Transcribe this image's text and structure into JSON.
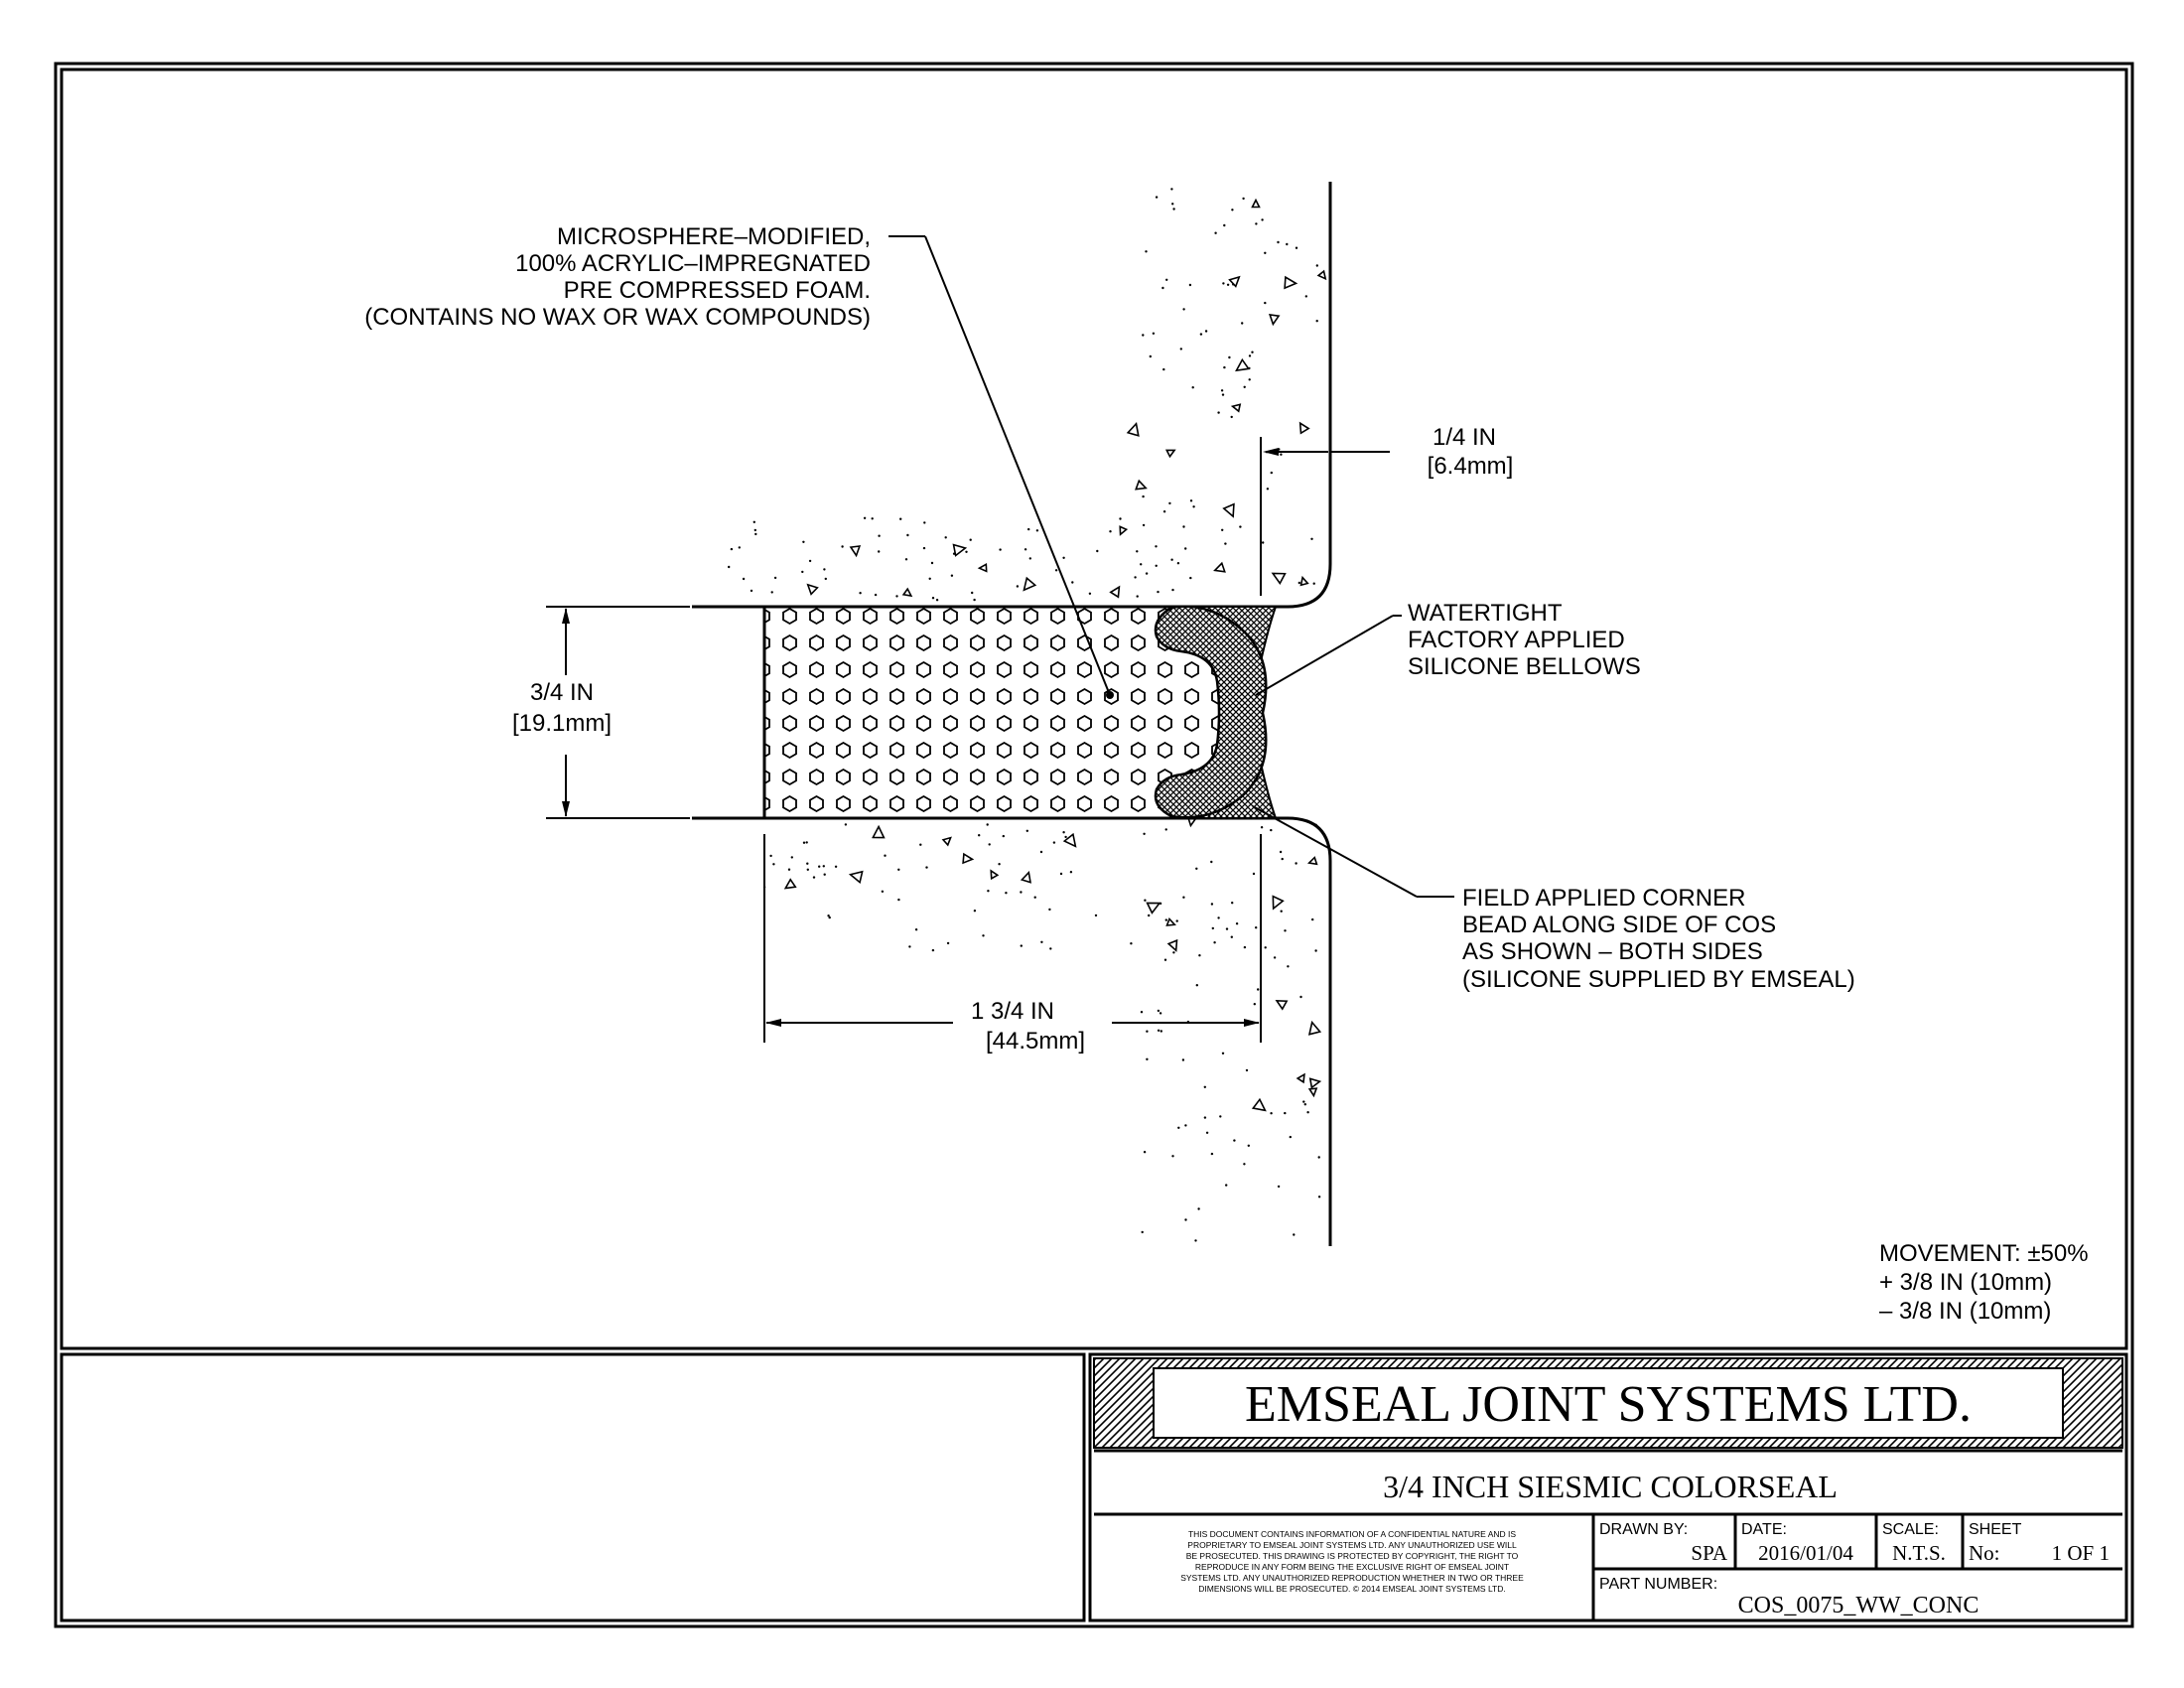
{
  "diagram": {
    "label_foam": [
      "MICROSPHERE–MODIFIED,",
      "100% ACRYLIC–IMPREGNATED",
      "PRE COMPRESSED FOAM.",
      "(CONTAINS NO WAX OR WAX COMPOUNDS)"
    ],
    "dim_setback": [
      "1/4 IN",
      "[6.4mm]"
    ],
    "dim_height": [
      "3/4 IN",
      "[19.1mm]"
    ],
    "dim_width": [
      "1 3/4 IN",
      "[44.5mm]"
    ],
    "label_bellows": [
      "WATERTIGHT",
      "FACTORY APPLIED",
      "SILICONE BELLOWS"
    ],
    "label_bead": [
      "FIELD APPLIED CORNER",
      "BEAD ALONG SIDE OF COS",
      "AS SHOWN – BOTH SIDES",
      "(SILICONE SUPPLIED BY EMSEAL)"
    ],
    "movement": [
      "MOVEMENT: ±50%",
      "+ 3/8 IN (10mm)",
      "– 3/8 IN (10mm)"
    ]
  },
  "title_block": {
    "company": "EMSEAL JOINT SYSTEMS LTD.",
    "title": "3/4 INCH SIESMIC COLORSEAL",
    "disclaimer": [
      "THIS DOCUMENT CONTAINS INFORMATION OF A CONFIDENTIAL NATURE AND IS",
      "PROPRIETARY TO EMSEAL JOINT SYSTEMS LTD. ANY UNAUTHORIZED USE WILL",
      "BE PROSECUTED. THIS DRAWING IS PROTECTED BY COPYRIGHT, THE RIGHT TO",
      "REPRODUCE IN ANY FORM BEING THE EXCLUSIVE RIGHT OF EMSEAL JOINT",
      "SYSTEMS LTD. ANY UNAUTHORIZED REPRODUCTION WHETHER IN TWO OR THREE",
      "DIMENSIONS WILL BE PROSECUTED. © 2014 EMSEAL JOINT SYSTEMS LTD."
    ],
    "drawn_by_label": "DRAWN BY:",
    "drawn_by": "SPA",
    "date_label": "DATE:",
    "date": "2016/01/04",
    "scale_label": "SCALE:",
    "scale": "N.T.S.",
    "sheet_label": "SHEET",
    "sheet_no_label": "No:",
    "sheet_no": "1 OF 1",
    "part_number_label": "PART NUMBER:",
    "part_number": "COS_0075_WW_CONC"
  }
}
